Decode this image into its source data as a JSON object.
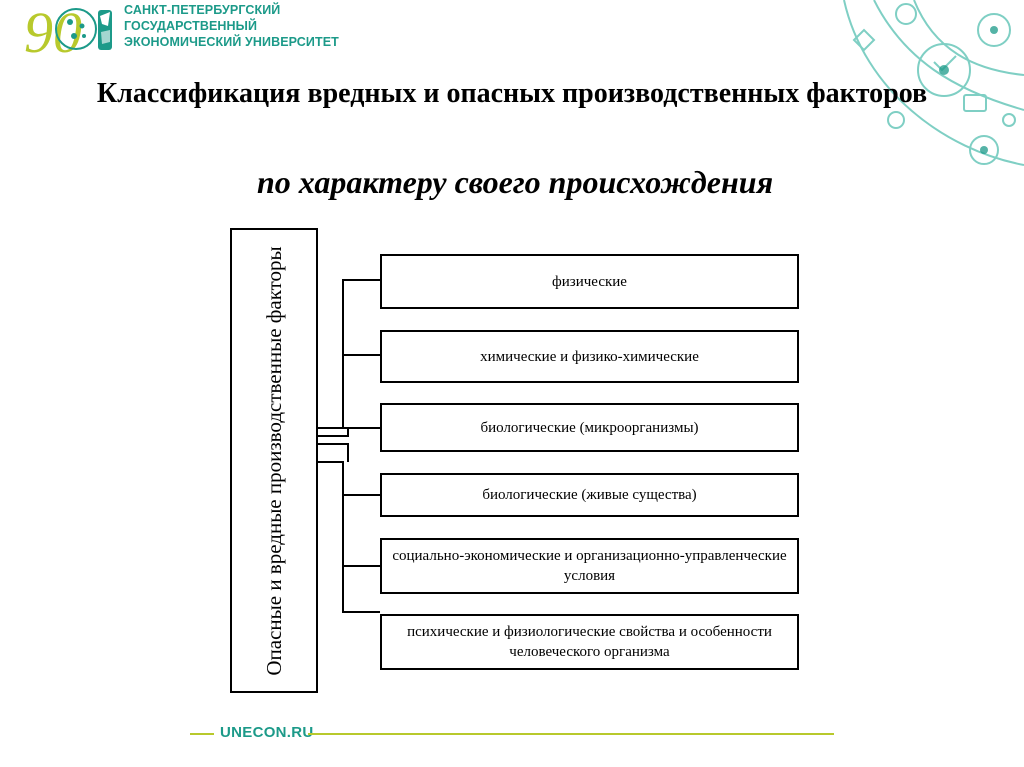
{
  "header": {
    "logo_number": "90",
    "university_name": [
      "САНКТ-ПЕТЕРБУРГСКИЙ",
      "ГОСУДАРСТВЕННЫЙ",
      "ЭКОНОМИЧЕСКИЙ УНИВЕРСИТЕТ"
    ]
  },
  "slide": {
    "title": "Классификация вредных и опасных производственных факторов",
    "subtitle": "по характеру своего происхождения"
  },
  "diagram": {
    "root": "Опасные и вредные производственные факторы",
    "categories": [
      "физические",
      "химические и физико-химические",
      "биологические (микроорганизмы)",
      "биологические (живые существа)",
      "социально-экономические и организационно-управленческие условия",
      "психические и физиологические свойства и особенности человеческого организма"
    ]
  },
  "footer": {
    "site": "UNECON.RU"
  },
  "colors": {
    "brand_teal": "#1c9a89",
    "footer_line": "#b8c92c"
  }
}
